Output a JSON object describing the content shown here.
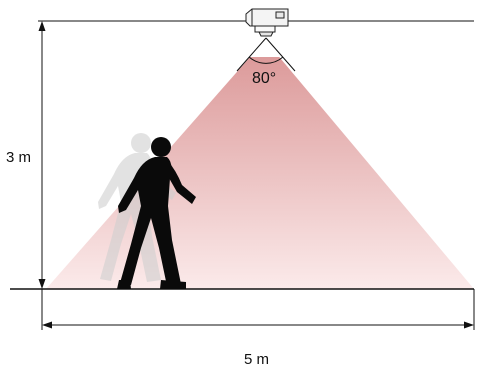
{
  "diagram": {
    "height_label": "3 m",
    "width_label": "5 m",
    "angle_label": "80°",
    "colors": {
      "cone_top": "#d88f8f",
      "cone_bottom": "#fbe9e9",
      "line": "#111111",
      "person": "#0a0a0a",
      "ghost": "#cfcfcf"
    },
    "icons": [
      "ceiling-sensor-icon",
      "walking-person-icon"
    ]
  }
}
